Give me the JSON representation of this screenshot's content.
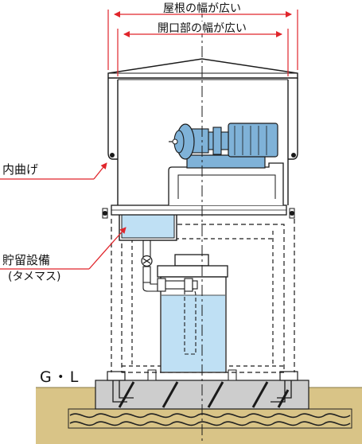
{
  "dimensions": {
    "roof_width": "屋根の幅が広い",
    "opening_width": "開口部の幅が広い"
  },
  "callouts": {
    "inner_bend": "内曲げ",
    "storage": "貯留設備",
    "storage_sub": "(タメマス)"
  },
  "ground_label": "G・L",
  "colors": {
    "dimension_line": "#e0252b",
    "motor": "#7fb2d8",
    "water": "#bfe0f4",
    "tank_top": "#cfe5f5",
    "soil": "#d9c487",
    "concrete": "#cdcdcd",
    "outline": "#1a1a1a"
  }
}
